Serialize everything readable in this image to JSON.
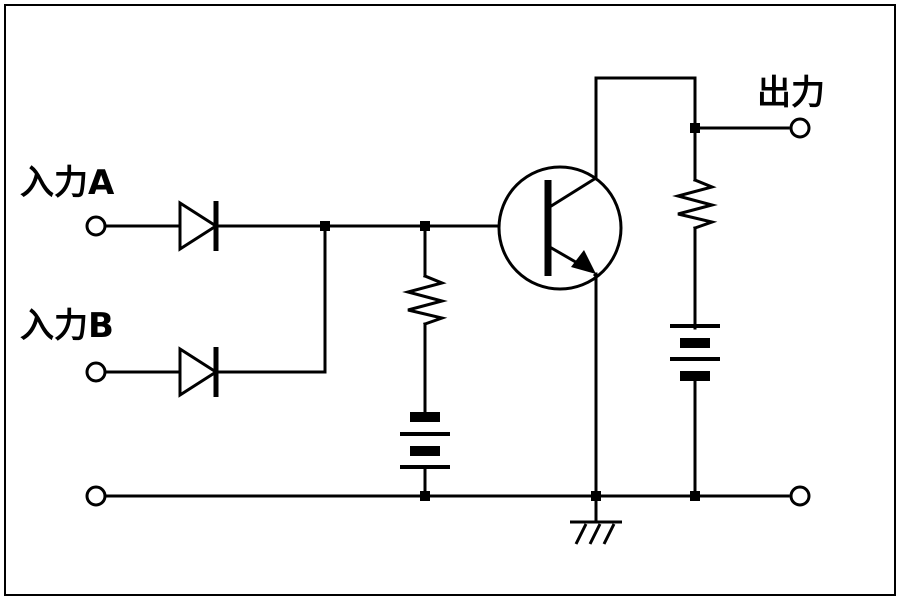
{
  "labels": {
    "input_a": "入力A",
    "input_b": "入力B",
    "output": "出力"
  },
  "components": {
    "diodes": [
      "diode-a",
      "diode-b"
    ],
    "resistors": [
      "base-resistor",
      "collector-resistor"
    ],
    "batteries": [
      "base-battery",
      "collector-battery"
    ],
    "transistor": "npn-transistor",
    "ground": "ground-symbol"
  },
  "colors": {
    "stroke": "#000000",
    "background": "#ffffff",
    "terminal_fill": "#ffffff"
  }
}
